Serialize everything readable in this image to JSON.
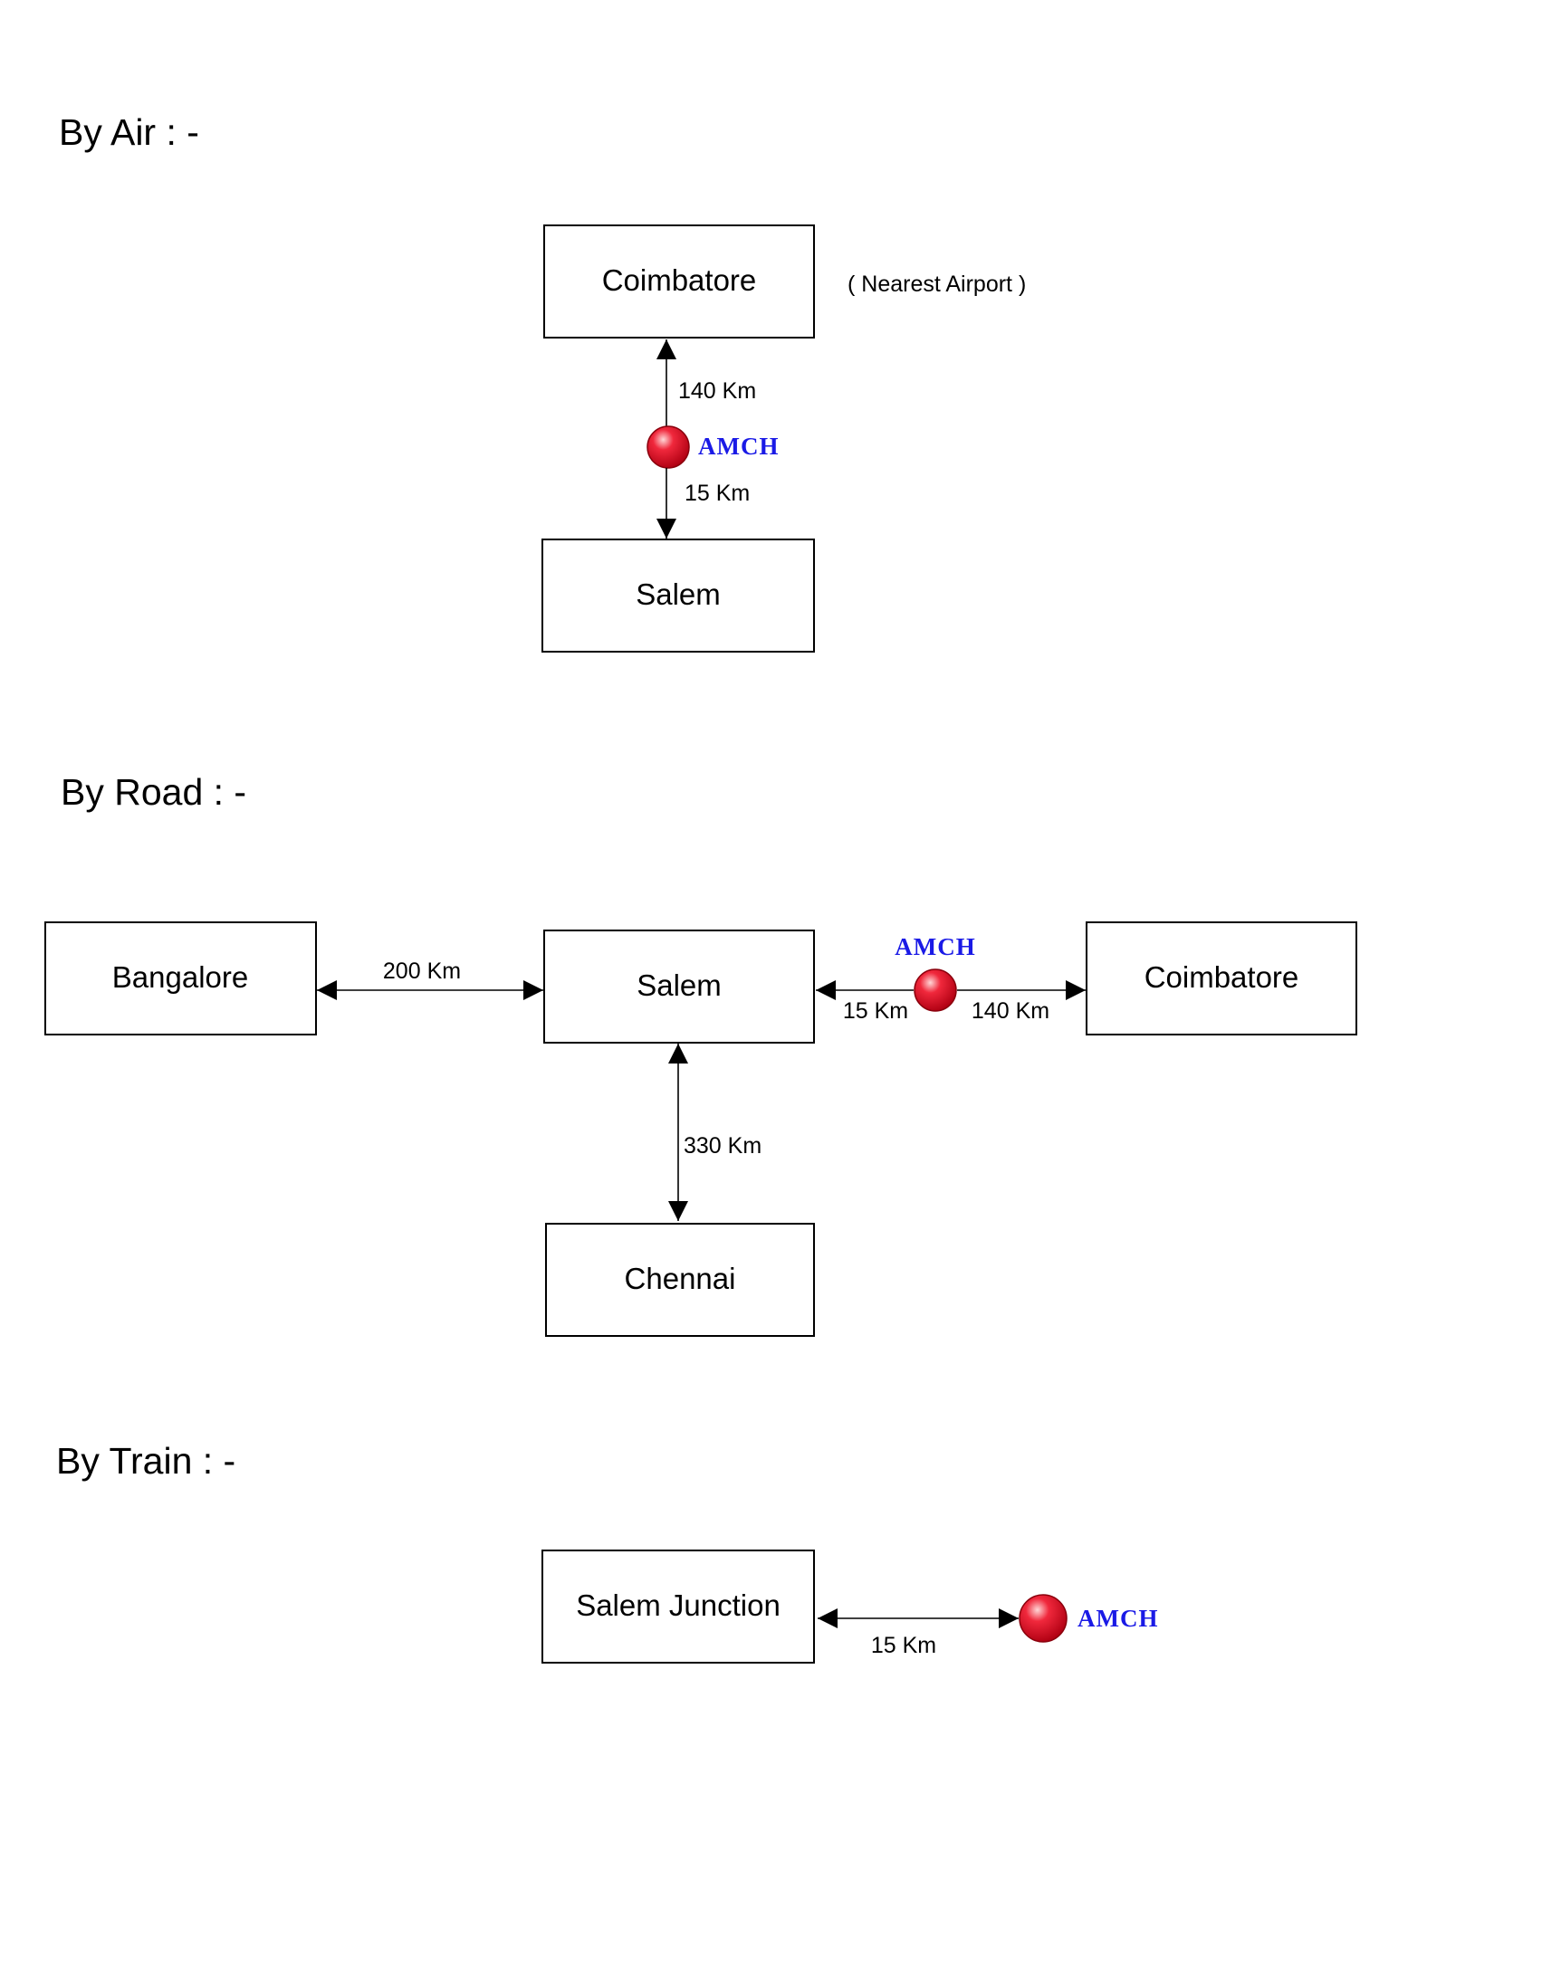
{
  "colors": {
    "amch_text": "#1a1ae6",
    "marker_fill": "#e3001b",
    "marker_highlight": "#ffd7d7"
  },
  "sections": {
    "air": {
      "heading": "By Air : -",
      "coimbatore": "Coimbatore",
      "airport_note": "( Nearest Airport )",
      "dist_coimbatore": "140 Km",
      "amch": "AMCH",
      "dist_salem": "15 Km",
      "salem": "Salem"
    },
    "road": {
      "heading": "By Road : -",
      "bangalore": "Bangalore",
      "dist_bangalore": "200 Km",
      "salem": "Salem",
      "amch": "AMCH",
      "dist_salem": "15 Km",
      "dist_coimbatore": "140 Km",
      "coimbatore": "Coimbatore",
      "dist_chennai": "330 Km",
      "chennai": "Chennai"
    },
    "train": {
      "heading": "By Train : -",
      "salem_junction": "Salem Junction",
      "dist_amch": "15 Km",
      "amch": "AMCH"
    }
  }
}
